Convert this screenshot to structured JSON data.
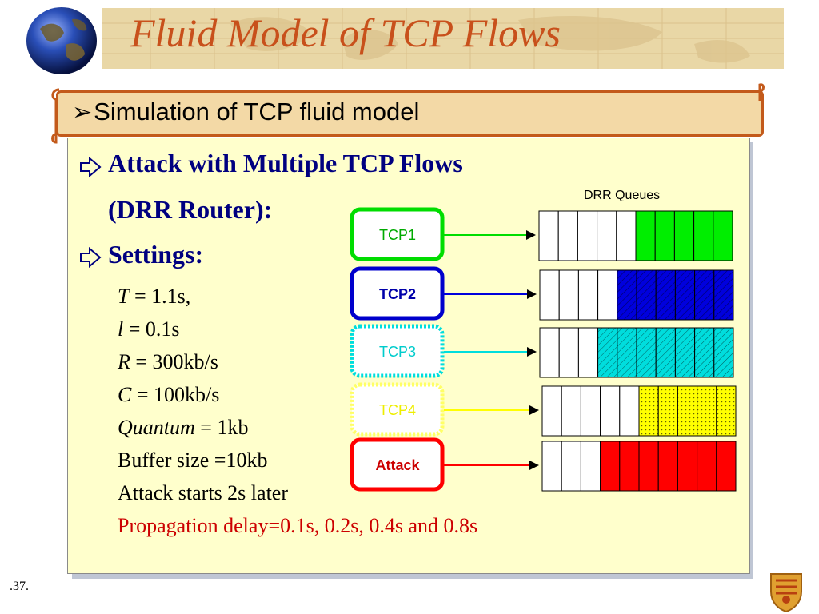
{
  "slide": {
    "title": "Fluid Model of TCP Flows",
    "subtitle": "Simulation of TCP fluid model",
    "slide_number": ".37."
  },
  "content": {
    "bullet1_line1": "Attack with Multiple TCP Flows",
    "bullet1_line2": "(DRR Router):",
    "bullet2": "Settings:",
    "settings": {
      "T": {
        "var": "T",
        "value": " = 1.1s,"
      },
      "l": {
        "var": "l",
        "value": " = 0.1s"
      },
      "R": {
        "var": "R",
        "value": " = 300kb/s"
      },
      "C": {
        "var": "C",
        "value": " = 100kb/s"
      },
      "Quantum": {
        "var": "Quantum",
        "value": " = 1kb"
      },
      "buffer": "Buffer size =10kb",
      "attack_start": "Attack starts 2s later",
      "propagation": "Propagation delay=0.1s, 0.2s, 0.4s and 0.8s"
    }
  },
  "diagram": {
    "queue_title": "DRR Queues",
    "flows": [
      {
        "label": "TCP1",
        "color": "#00dd00",
        "empty_cells": 5,
        "filled_cells": 5,
        "pattern": "solid"
      },
      {
        "label": "TCP2",
        "color": "#0000dd",
        "empty_cells": 4,
        "filled_cells": 6,
        "pattern": "hatch"
      },
      {
        "label": "TCP3",
        "color": "#00dddd",
        "empty_cells": 3,
        "filled_cells": 7,
        "pattern": "hatch"
      },
      {
        "label": "TCP4",
        "color": "#ffff00",
        "empty_cells": 5,
        "filled_cells": 5,
        "pattern": "dots"
      },
      {
        "label": "Attack",
        "color": "#ff0000",
        "empty_cells": 3,
        "filled_cells": 7,
        "pattern": "solid"
      }
    ]
  },
  "colors": {
    "title": "#c8501b",
    "bullet": "#000080",
    "propagation": "#cc0000",
    "panel": "#ffffcc",
    "subtitle_box": "#f3d9a6",
    "subtitle_border": "#c35a1b"
  }
}
